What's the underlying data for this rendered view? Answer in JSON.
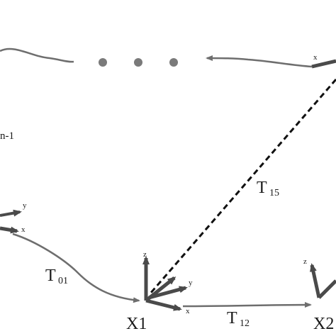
{
  "labels": {
    "t01_main": "T",
    "t01_sub": "01",
    "t12_main": "T",
    "t12_sub": "12",
    "t15_main": "T",
    "t15_sub": "15",
    "x1": "X1",
    "x2": "X2",
    "side": "n-1"
  },
  "axes": {
    "x": "x",
    "y": "y",
    "z": "z"
  },
  "colors": {
    "trajectory": "#6e6e6e",
    "axis": "#4a4a4a",
    "dots": "#7a7a7a",
    "dashed": "#111111",
    "text": "#1a1a1a"
  }
}
